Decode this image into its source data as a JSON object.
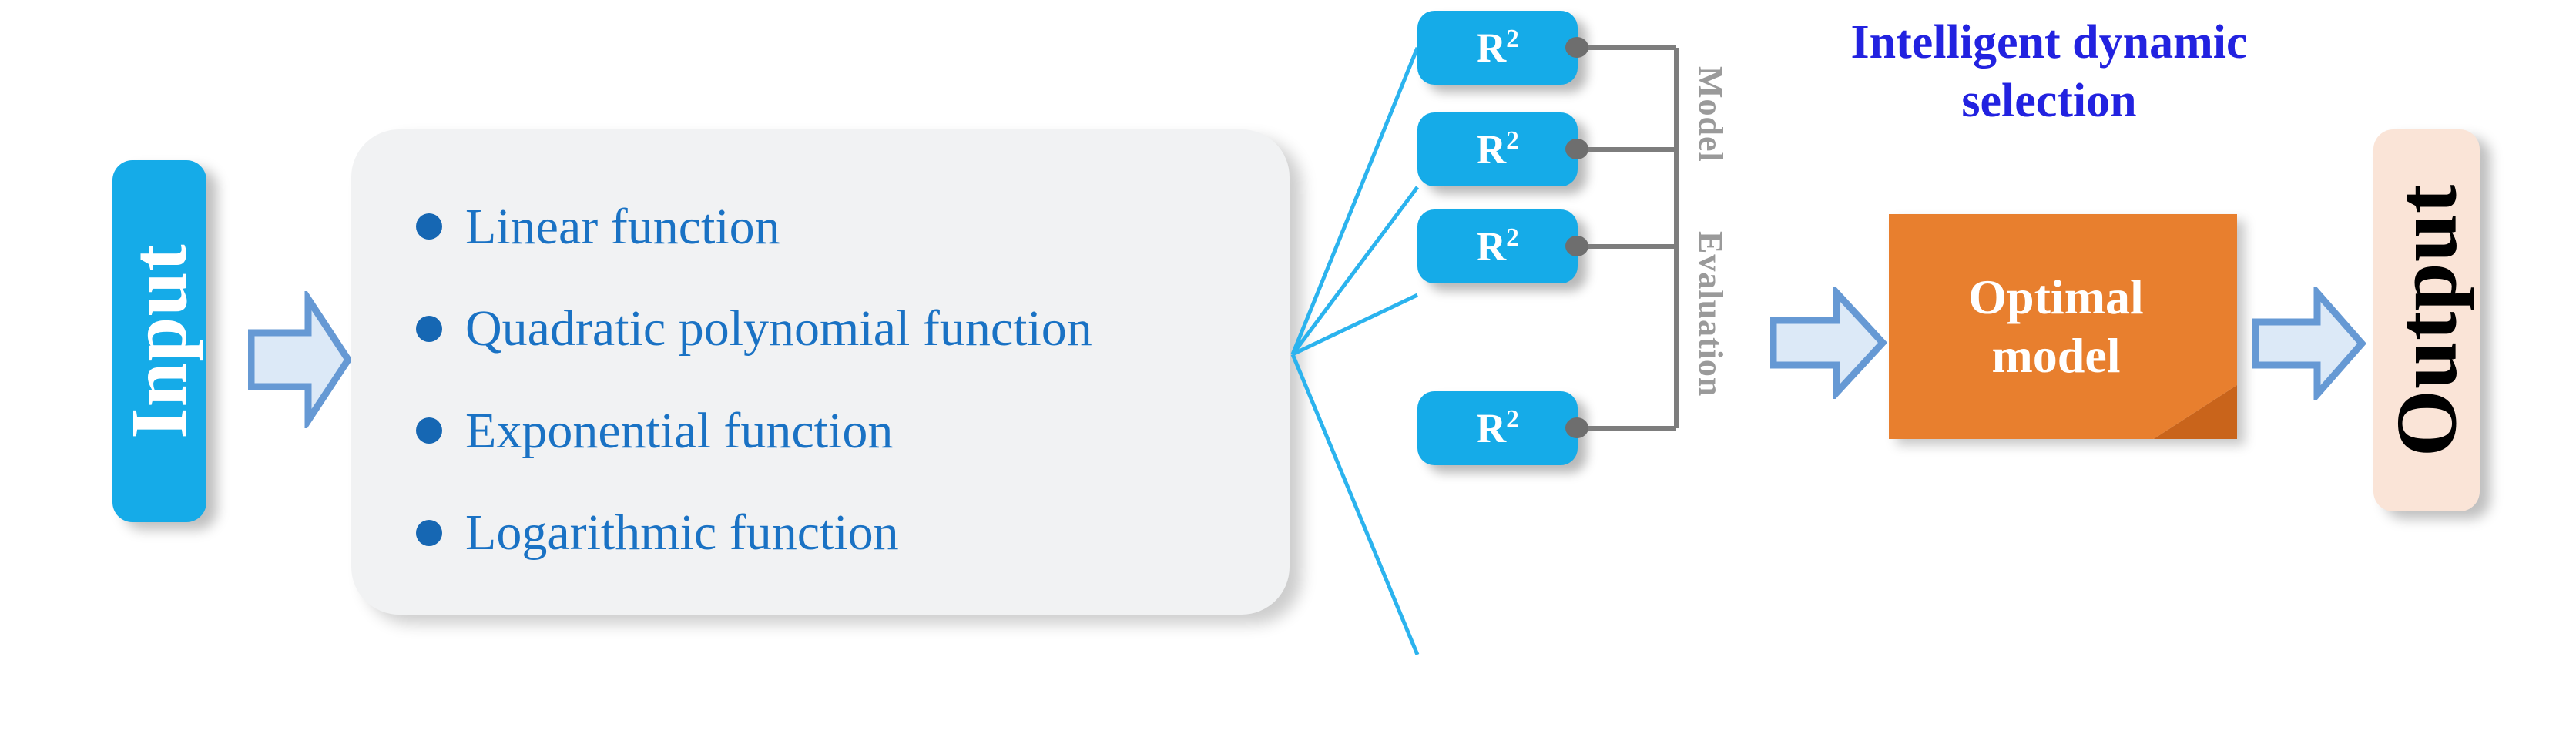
{
  "diagram": {
    "title": "Intelligent dynamic model selection flow",
    "input": {
      "label": "Input",
      "color": "#15abe8",
      "text_color": "#ffffff"
    },
    "functions": {
      "panel_color": "#f1f2f3",
      "bullet_color": "#1667b3",
      "text_color": "#1a72c4",
      "items": [
        {
          "label": "Linear function"
        },
        {
          "label": "Quadratic polynomial function"
        },
        {
          "label": "Exponential function"
        },
        {
          "label": "Logarithmic function"
        }
      ]
    },
    "metrics": {
      "box_color": "#15abe8",
      "connector_color": "#6e6e6e",
      "fan_color": "#2bb3ee",
      "boxes": [
        {
          "label": "R",
          "superscript": "2"
        },
        {
          "label": "R",
          "superscript": "2"
        },
        {
          "label": "R",
          "superscript": "2"
        },
        {
          "label": "R",
          "superscript": "2"
        }
      ]
    },
    "evaluation": {
      "line1": "Model",
      "line2": "Evaluation",
      "text_color": "#9a9a9a"
    },
    "selection": {
      "line1": "Intelligent dynamic",
      "line2": "selection",
      "text_color": "#2222e0"
    },
    "optimal": {
      "line1": "Optimal",
      "line2": "model",
      "color": "#e87f2e",
      "text_color": "#ffffff"
    },
    "output": {
      "label": "Output",
      "color": "#fae4d7",
      "text_color": "#000000"
    },
    "arrows": {
      "fill": "#dce9f7",
      "stroke": "#6699d4",
      "icons": [
        "arrow-right-icon",
        "arrow-right-icon",
        "arrow-right-icon"
      ]
    }
  }
}
